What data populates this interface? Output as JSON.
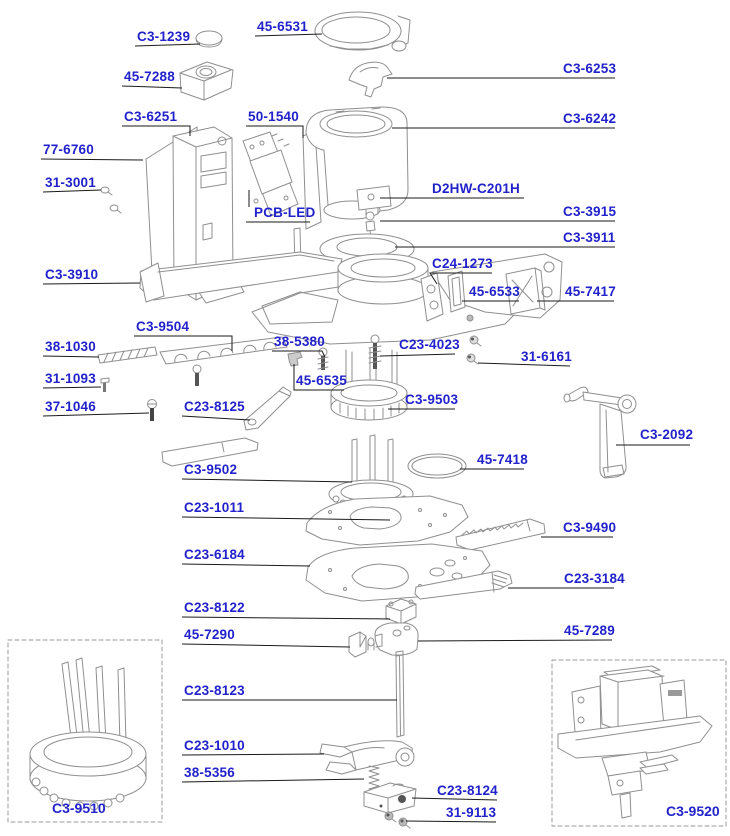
{
  "diagram_title": "switch-assembly-exploded-parts-diagram",
  "colors": {
    "label_blue": "#2222cc",
    "leader_line": "#1a1a1a",
    "part_outline": "#8f8f8f",
    "dashed_box": "#999999"
  },
  "labels": [
    {
      "text": "C3-1239"
    },
    {
      "text": "45-6531"
    },
    {
      "text": "45-7288"
    },
    {
      "text": "C3-6253"
    },
    {
      "text": "C3-6251"
    },
    {
      "text": "50-1540"
    },
    {
      "text": "C3-6242"
    },
    {
      "text": "77-6760"
    },
    {
      "text": "31-3001"
    },
    {
      "text": "PCB-LED"
    },
    {
      "text": "D2HW-C201H"
    },
    {
      "text": "C3-3915"
    },
    {
      "text": "C3-3911"
    },
    {
      "text": "C3-3910"
    },
    {
      "text": "C24-1273"
    },
    {
      "text": "45-6533"
    },
    {
      "text": "45-7417"
    },
    {
      "text": "C3-9504"
    },
    {
      "text": "38-1030"
    },
    {
      "text": "38-5380"
    },
    {
      "text": "C23-4023"
    },
    {
      "text": "31-6161"
    },
    {
      "text": "31-1093"
    },
    {
      "text": "45-6535"
    },
    {
      "text": "37-1046"
    },
    {
      "text": "C23-8125"
    },
    {
      "text": "C3-9503"
    },
    {
      "text": "C3-2092"
    },
    {
      "text": "C3-9502"
    },
    {
      "text": "45-7418"
    },
    {
      "text": "C23-1011"
    },
    {
      "text": "C3-9490"
    },
    {
      "text": "C23-6184"
    },
    {
      "text": "C23-3184"
    },
    {
      "text": "C23-8122"
    },
    {
      "text": "45-7290"
    },
    {
      "text": "45-7289"
    },
    {
      "text": "C23-8123"
    },
    {
      "text": "C23-1010"
    },
    {
      "text": "38-5356"
    },
    {
      "text": "C23-8124"
    },
    {
      "text": "31-9113"
    },
    {
      "text": "C3-9510"
    },
    {
      "text": "C3-9520"
    }
  ]
}
